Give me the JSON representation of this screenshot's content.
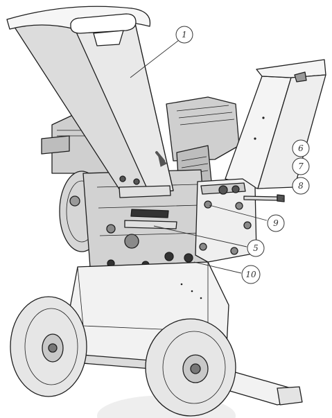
{
  "diagram": {
    "callouts": [
      {
        "id": "c1",
        "label": "1"
      },
      {
        "id": "c6",
        "label": "6"
      },
      {
        "id": "c7",
        "label": "7"
      },
      {
        "id": "c8",
        "label": "8"
      },
      {
        "id": "c9",
        "label": "9"
      },
      {
        "id": "c5",
        "label": "5"
      },
      {
        "id": "c10",
        "label": "10"
      }
    ],
    "colors": {
      "line": "#1e1e1e",
      "hopper_fill": "#d9d9d9",
      "engine_fill": "#cfcfcf",
      "frame_fill": "#f2f2f2",
      "tire_fill": "#e6e6e6"
    }
  }
}
